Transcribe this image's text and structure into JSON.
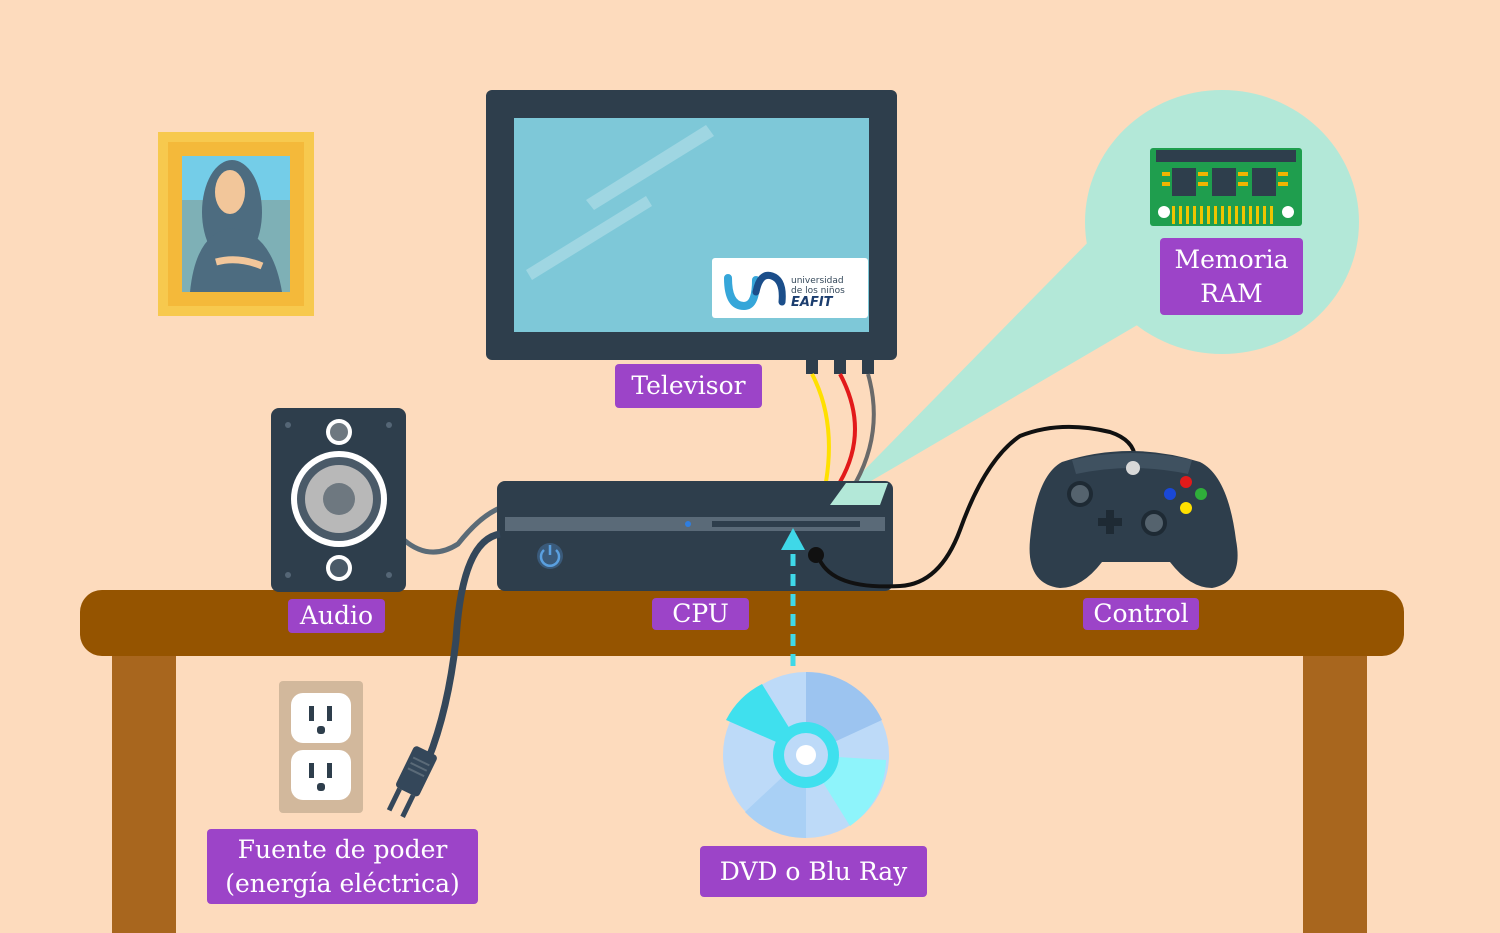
{
  "labels": {
    "televisor": "Televisor",
    "memoria_line1": "Memoria",
    "memoria_line2": "RAM",
    "audio": "Audio",
    "cpu": "CPU",
    "control": "Control",
    "fuente_line1": "Fuente de poder",
    "fuente_line2": "(energía eléctrica)",
    "dvd": "DVD o Blu Ray"
  },
  "logo": {
    "line1": "universidad",
    "line2": "de los niños",
    "line3": "EAFIT"
  },
  "colors": {
    "background": "#fddbbd",
    "label": "#9c44c8",
    "device": "#2e3e4c",
    "screen": "#7ec8d8",
    "table": "#955400",
    "table_leg": "#a8661e",
    "bubble": "#b3e8d8",
    "cable_yellow": "#ffe000",
    "cable_red": "#e21a1a",
    "dvd_arrow": "#3fd8e8"
  }
}
